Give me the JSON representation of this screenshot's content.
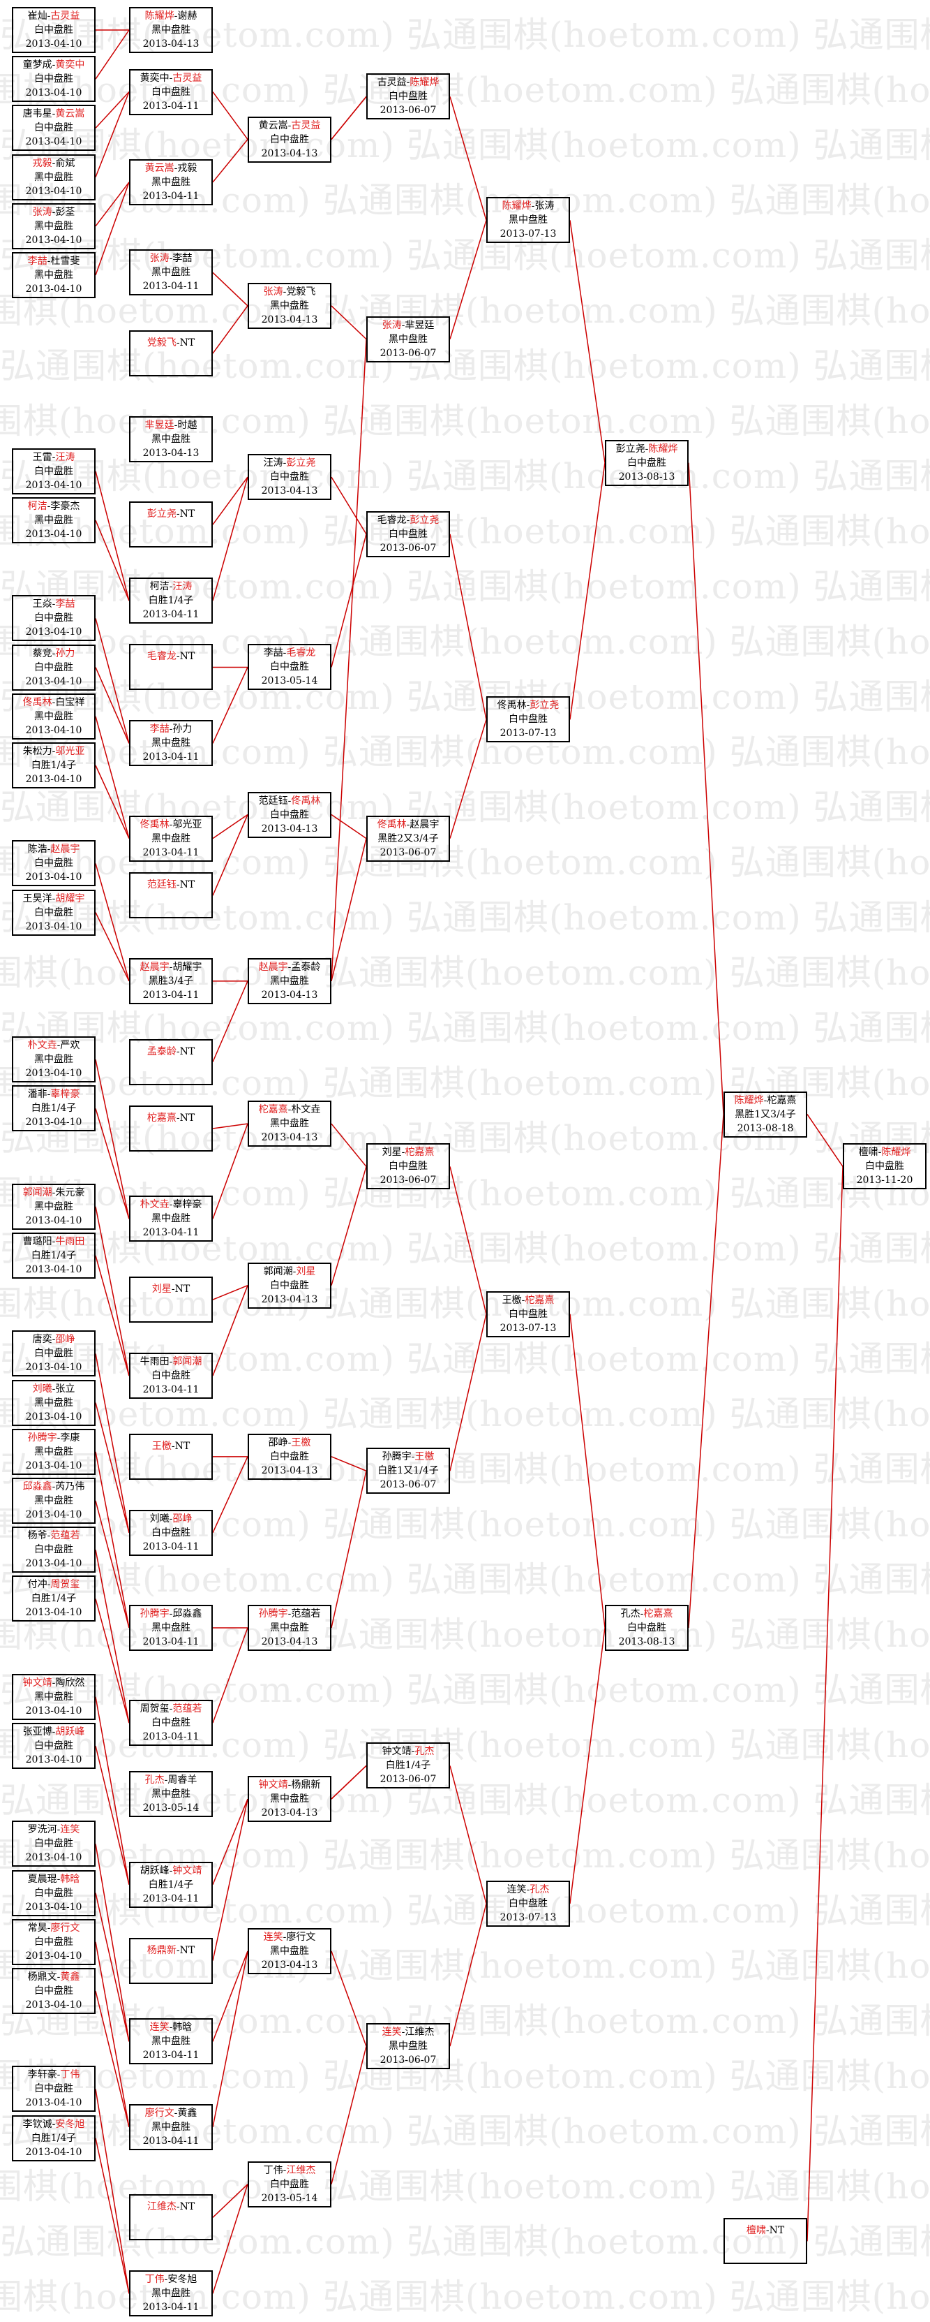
{
  "watermark": {
    "text": "弘通围棋(hoetom.com)",
    "color": "#ebebeb"
  },
  "colors": {
    "link": "#cc0000",
    "highlight": "#e02020",
    "border": "#000000"
  },
  "rounds": [
    [
      {
        "a": "崔灿",
        "b": "古灵益",
        "w": 1,
        "r": "白中盘胜",
        "d": "2013-04-10"
      },
      {
        "a": "童梦成",
        "b": "黄奕中",
        "w": 1,
        "r": "白中盘胜",
        "d": "2013-04-10"
      },
      {
        "a": "唐韦星",
        "b": "黄云嵩",
        "w": 1,
        "r": "白中盘胜",
        "d": "2013-04-10"
      },
      {
        "a": "戎毅",
        "b": "俞斌",
        "w": 0,
        "r": "黑中盘胜",
        "d": "2013-04-10"
      },
      {
        "a": "张涛",
        "b": "彭荃",
        "w": 0,
        "r": "黑中盘胜",
        "d": "2013-04-10"
      },
      {
        "a": "李喆",
        "b": "杜雪斐",
        "w": 0,
        "r": "黑中盘胜",
        "d": "2013-04-10"
      },
      null,
      null,
      null,
      {
        "a": "王雷",
        "b": "汪涛",
        "w": 1,
        "r": "白中盘胜",
        "d": "2013-04-10"
      },
      {
        "a": "柯洁",
        "b": "李豪杰",
        "w": 0,
        "r": "黑中盘胜",
        "d": "2013-04-10"
      },
      null,
      {
        "a": "王焱",
        "b": "李喆",
        "w": 1,
        "r": "白中盘胜",
        "d": "2013-04-10"
      },
      {
        "a": "蔡竞",
        "b": "孙力",
        "w": 1,
        "r": "白中盘胜",
        "d": "2013-04-10"
      },
      {
        "a": "佟禹林",
        "b": "白宝祥",
        "w": 0,
        "r": "黑中盘胜",
        "d": "2013-04-10"
      },
      {
        "a": "朱松力",
        "b": "邬光亚",
        "w": 1,
        "r": "白胜1/4子",
        "d": "2013-04-10"
      },
      null,
      {
        "a": "陈浩",
        "b": "赵晨宇",
        "w": 1,
        "r": "白中盘胜",
        "d": "2013-04-10"
      },
      {
        "a": "王昊洋",
        "b": "胡耀宇",
        "w": 1,
        "r": "白中盘胜",
        "d": "2013-04-10"
      },
      null,
      null,
      {
        "a": "朴文垚",
        "b": "严欢",
        "w": 0,
        "r": "黑中盘胜",
        "d": "2013-04-10"
      },
      {
        "a": "潘非",
        "b": "辜梓豪",
        "w": 1,
        "r": "白胜1/4子",
        "d": "2013-04-10"
      },
      null,
      {
        "a": "郭闻潮",
        "b": "朱元豪",
        "w": 0,
        "r": "黑中盘胜",
        "d": "2013-04-10"
      },
      {
        "a": "曹璐阳",
        "b": "牛雨田",
        "w": 1,
        "r": "白胜1/4子",
        "d": "2013-04-10"
      },
      null,
      {
        "a": "唐奕",
        "b": "邵峥",
        "w": 1,
        "r": "白中盘胜",
        "d": "2013-04-10"
      },
      {
        "a": "刘曦",
        "b": "张立",
        "w": 0,
        "r": "黑中盘胜",
        "d": "2013-04-10"
      },
      {
        "a": "孙腾宇",
        "b": "李康",
        "w": 0,
        "r": "黑中盘胜",
        "d": "2013-04-10"
      },
      {
        "a": "邱淼鑫",
        "b": "芮乃伟",
        "w": 0,
        "r": "黑中盘胜",
        "d": "2013-04-10"
      },
      {
        "a": "杨爷",
        "b": "范蕴若",
        "w": 1,
        "r": "白中盘胜",
        "d": "2013-04-10"
      },
      {
        "a": "付冲",
        "b": "周贺玺",
        "w": 1,
        "r": "白胜1/4子",
        "d": "2013-04-10"
      },
      null,
      {
        "a": "钟文靖",
        "b": "陶欣然",
        "w": 0,
        "r": "黑中盘胜",
        "d": "2013-04-10"
      },
      {
        "a": "张亚博",
        "b": "胡跃峰",
        "w": 1,
        "r": "白中盘胜",
        "d": "2013-04-10"
      },
      null,
      {
        "a": "罗洗河",
        "b": "连笑",
        "w": 1,
        "r": "白中盘胜",
        "d": "2013-04-10"
      },
      {
        "a": "夏晨琨",
        "b": "韩晗",
        "w": 1,
        "r": "白中盘胜",
        "d": "2013-04-10"
      },
      {
        "a": "常昊",
        "b": "廖行文",
        "w": 1,
        "r": "白中盘胜",
        "d": "2013-04-10"
      },
      {
        "a": "杨鼎文",
        "b": "黄鑫",
        "w": 1,
        "r": "白中盘胜",
        "d": "2013-04-10"
      },
      null,
      {
        "a": "李轩豪",
        "b": "丁伟",
        "w": 1,
        "r": "白中盘胜",
        "d": "2013-04-10"
      },
      {
        "a": "李钦诚",
        "b": "安冬旭",
        "w": 1,
        "r": "白胜1/4子",
        "d": "2013-04-10"
      }
    ],
    [
      {
        "a": "陈耀烨",
        "b": "谢赫",
        "w": 0,
        "r": "黑中盘胜",
        "d": "2013-04-13"
      },
      {
        "a": "黄奕中",
        "b": "古灵益",
        "w": 1,
        "r": "白中盘胜",
        "d": "2013-04-11"
      },
      {
        "a": "黄云嵩",
        "b": "戎毅",
        "w": 0,
        "r": "黑中盘胜",
        "d": "2013-04-11"
      },
      {
        "a": "张涛",
        "b": "李喆",
        "w": 0,
        "r": "黑中盘胜",
        "d": "2013-04-11"
      },
      {
        "a": "党毅飞",
        "b": "NT",
        "w": 0
      },
      {
        "a": "芈昱廷",
        "b": "时越",
        "w": 0,
        "r": "黑中盘胜",
        "d": "2013-04-13"
      },
      {
        "a": "彭立尧",
        "b": "NT",
        "w": 0
      },
      {
        "a": "柯洁",
        "b": "汪涛",
        "w": 1,
        "r": "白胜1/4子",
        "d": "2013-04-11"
      },
      {
        "a": "毛睿龙",
        "b": "NT",
        "w": 0
      },
      {
        "a": "李喆",
        "b": "孙力",
        "w": 0,
        "r": "黑中盘胜",
        "d": "2013-04-11"
      },
      {
        "a": "佟禹林",
        "b": "邬光亚",
        "w": 0,
        "r": "黑中盘胜",
        "d": "2013-04-11"
      },
      {
        "a": "范廷钰",
        "b": "NT",
        "w": 0
      },
      {
        "a": "赵晨宇",
        "b": "胡耀宇",
        "w": 0,
        "r": "黑胜3/4子",
        "d": "2013-04-11"
      },
      {
        "a": "孟泰龄",
        "b": "NT",
        "w": 0
      },
      {
        "a": "柁嘉熹",
        "b": "NT",
        "w": 0
      },
      {
        "a": "朴文垚",
        "b": "辜梓豪",
        "w": 0,
        "r": "黑中盘胜",
        "d": "2013-04-11"
      },
      {
        "a": "刘星",
        "b": "NT",
        "w": 0
      },
      {
        "a": "牛雨田",
        "b": "郭闻潮",
        "w": 1,
        "r": "白中盘胜",
        "d": "2013-04-11"
      },
      {
        "a": "王檄",
        "b": "NT",
        "w": 0
      },
      {
        "a": "刘曦",
        "b": "邵峥",
        "w": 1,
        "r": "白中盘胜",
        "d": "2013-04-11"
      },
      {
        "a": "孙腾宇",
        "b": "邱淼鑫",
        "w": 0,
        "r": "黑中盘胜",
        "d": "2013-04-11"
      },
      {
        "a": "周贺玺",
        "b": "范蕴若",
        "w": 1,
        "r": "白中盘胜",
        "d": "2013-04-11"
      },
      {
        "a": "孔杰",
        "b": "周睿羊",
        "w": 0,
        "r": "黑中盘胜",
        "d": "2013-05-14"
      },
      {
        "a": "胡跃峰",
        "b": "钟文靖",
        "w": 1,
        "r": "白胜1/4子",
        "d": "2013-04-11"
      },
      {
        "a": "杨鼎新",
        "b": "NT",
        "w": 0
      },
      {
        "a": "连笑",
        "b": "韩晗",
        "w": 0,
        "r": "黑中盘胜",
        "d": "2013-04-11"
      },
      {
        "a": "廖行文",
        "b": "黄鑫",
        "w": 0,
        "r": "黑中盘胜",
        "d": "2013-04-11"
      },
      {
        "a": "江维杰",
        "b": "NT",
        "w": 0
      },
      {
        "a": "丁伟",
        "b": "安冬旭",
        "w": 0,
        "r": "黑中盘胜",
        "d": "2013-04-11"
      }
    ],
    [
      {
        "a": "黄云嵩",
        "b": "古灵益",
        "w": 1,
        "r": "白中盘胜",
        "d": "2013-04-13"
      },
      {
        "a": "张涛",
        "b": "党毅飞",
        "w": 0,
        "r": "黑中盘胜",
        "d": "2013-04-13"
      },
      {
        "a": "汪涛",
        "b": "彭立尧",
        "w": 1,
        "r": "白中盘胜",
        "d": "2013-04-13"
      },
      {
        "a": "李喆",
        "b": "毛睿龙",
        "w": 1,
        "r": "白中盘胜",
        "d": "2013-05-14"
      },
      {
        "a": "范廷钰",
        "b": "佟禹林",
        "w": 1,
        "r": "白中盘胜",
        "d": "2013-04-13"
      },
      {
        "a": "赵晨宇",
        "b": "孟泰龄",
        "w": 0,
        "r": "黑中盘胜",
        "d": "2013-04-13"
      },
      {
        "a": "柁嘉熹",
        "b": "朴文垚",
        "w": 0,
        "r": "黑中盘胜",
        "d": "2013-04-13"
      },
      {
        "a": "郭闻潮",
        "b": "刘星",
        "w": 1,
        "r": "白中盘胜",
        "d": "2013-04-13"
      },
      {
        "a": "邵峥",
        "b": "王檄",
        "w": 1,
        "r": "白中盘胜",
        "d": "2013-04-13"
      },
      {
        "a": "孙腾宇",
        "b": "范蕴若",
        "w": 0,
        "r": "黑中盘胜",
        "d": "2013-04-13"
      },
      {
        "a": "钟文靖",
        "b": "杨鼎新",
        "w": 0,
        "r": "黑中盘胜",
        "d": "2013-04-13"
      },
      {
        "a": "连笑",
        "b": "廖行文",
        "w": 0,
        "r": "黑中盘胜",
        "d": "2013-04-13"
      },
      {
        "a": "丁伟",
        "b": "江维杰",
        "w": 1,
        "r": "白中盘胜",
        "d": "2013-05-14"
      }
    ],
    [
      {
        "a": "古灵益",
        "b": "陈耀烨",
        "w": 1,
        "r": "白中盘胜",
        "d": "2013-06-07"
      },
      {
        "a": "张涛",
        "b": "芈昱廷",
        "w": 0,
        "r": "黑中盘胜",
        "d": "2013-06-07"
      },
      {
        "a": "毛睿龙",
        "b": "彭立尧",
        "w": 1,
        "r": "白中盘胜",
        "d": "2013-06-07"
      },
      {
        "a": "佟禹林",
        "b": "赵晨宇",
        "w": 0,
        "r": "黑胜2又3/4子",
        "d": "2013-06-07"
      },
      {
        "a": "刘星",
        "b": "柁嘉熹",
        "w": 1,
        "r": "白中盘胜",
        "d": "2013-06-07"
      },
      {
        "a": "孙腾宇",
        "b": "王檄",
        "w": 1,
        "r": "白胜1又1/4子",
        "d": "2013-06-07"
      },
      {
        "a": "钟文靖",
        "b": "孔杰",
        "w": 1,
        "r": "白胜1/4子",
        "d": "2013-06-07"
      },
      {
        "a": "连笑",
        "b": "江维杰",
        "w": 0,
        "r": "黑中盘胜",
        "d": "2013-06-07"
      }
    ],
    [
      {
        "a": "陈耀烨",
        "b": "张涛",
        "w": 0,
        "r": "黑中盘胜",
        "d": "2013-07-13"
      },
      {
        "a": "佟禹林",
        "b": "彭立尧",
        "w": 1,
        "r": "白中盘胜",
        "d": "2013-07-13"
      },
      {
        "a": "王檄",
        "b": "柁嘉熹",
        "w": 1,
        "r": "白中盘胜",
        "d": "2013-07-13"
      },
      {
        "a": "连笑",
        "b": "孔杰",
        "w": 1,
        "r": "白中盘胜",
        "d": "2013-07-13"
      }
    ],
    [
      {
        "a": "彭立尧",
        "b": "陈耀烨",
        "w": 1,
        "r": "白中盘胜",
        "d": "2013-08-13"
      },
      {
        "a": "孔杰",
        "b": "柁嘉熹",
        "w": 1,
        "r": "白中盘胜",
        "d": "2013-08-13"
      }
    ],
    [
      {
        "a": "陈耀烨",
        "b": "柁嘉熹",
        "w": 0,
        "r": "黑胜1又3/4子",
        "d": "2013-08-18"
      },
      {
        "a": "檀啸",
        "b": "NT",
        "w": 0
      }
    ],
    [
      {
        "a": "檀啸",
        "b": "陈耀烨",
        "w": 1,
        "r": "白中盘胜",
        "d": "2013-11-20"
      }
    ]
  ]
}
